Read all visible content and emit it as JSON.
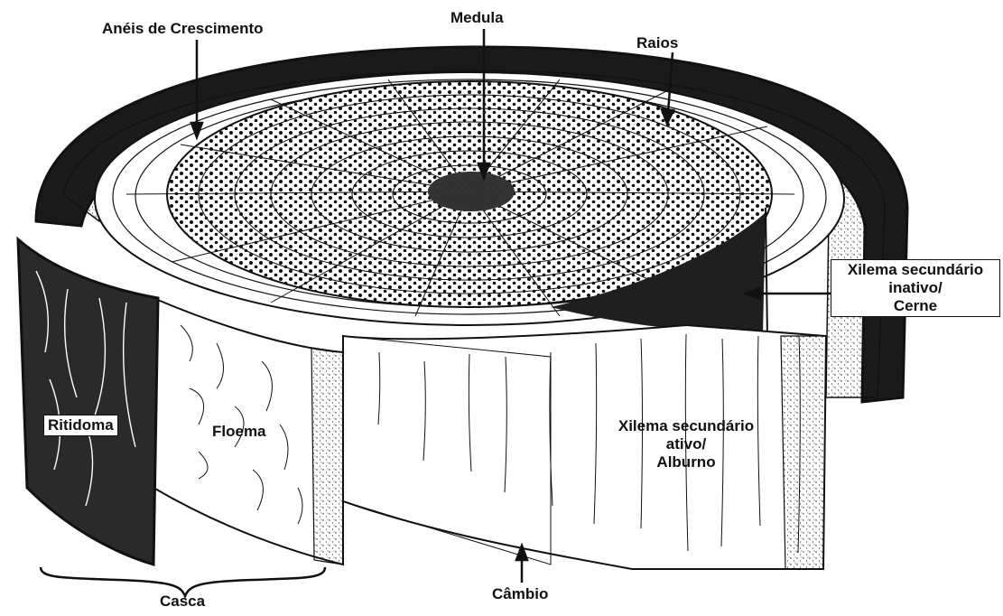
{
  "labels": {
    "aneis": "Anéis de Crescimento",
    "medula": "Medula",
    "raios": "Raios",
    "cerne_line1": "Xilema secundário",
    "cerne_line2": "inativo/",
    "cerne_line3": "Cerne",
    "ritidoma": "Ritidoma",
    "floema": "Floema",
    "alburno_line1": "Xilema secundário",
    "alburno_line2": "ativo/",
    "alburno_line3": "Alburno",
    "cambio": "Câmbio",
    "casca": "Casca"
  },
  "colors": {
    "ink": "#111111",
    "wood": "#ffffff",
    "bark": "#1a1a1a"
  }
}
